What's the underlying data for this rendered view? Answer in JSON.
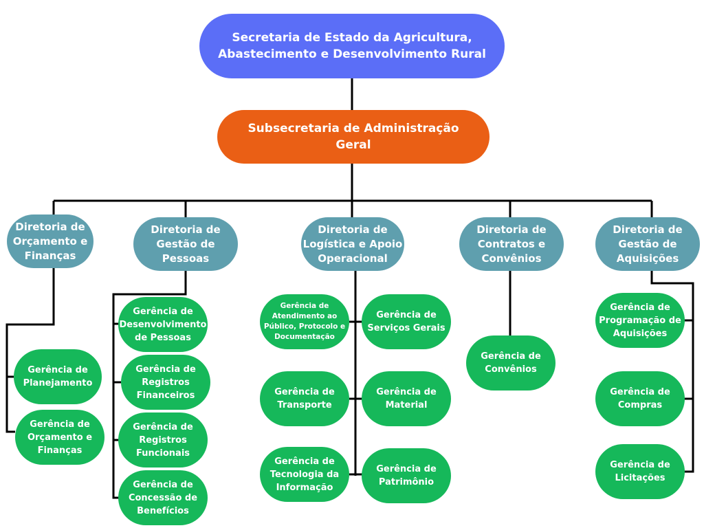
{
  "root": {
    "label": "Secretaria de Estado da Agricultura,\nAbastecimento e Desenvolvimento Rural"
  },
  "sub": {
    "label": "Subsecretaria de Administração\nGeral"
  },
  "directorates": [
    {
      "label": "Diretoria de\nOrçamento e\nFinanças"
    },
    {
      "label": "Diretoria de\nGestão de\nPessoas"
    },
    {
      "label": "Diretoria de\nLogística e Apoio\nOperacional"
    },
    {
      "label": "Diretoria de\nContratos e\nConvênios"
    },
    {
      "label": "Diretoria de\nGestão de\nAquisições"
    }
  ],
  "managements": {
    "orcamento": [
      {
        "label": "Gerência de\nPlanejamento"
      },
      {
        "label": "Gerência de\nOrçamento e\nFinanças"
      }
    ],
    "pessoas": [
      {
        "label": "Gerência de\nDesenvolvimento\nde Pessoas"
      },
      {
        "label": "Gerência de\nRegistros\nFinanceiros"
      },
      {
        "label": "Gerência de\nRegistros\nFuncionais"
      },
      {
        "label": "Gerência de\nConcessão de\nBenefícios"
      }
    ],
    "logistica": [
      {
        "label": "Gerência de\nAtendimento ao\nPúblico, Protocolo e\nDocumentação"
      },
      {
        "label": "Gerência de\nServiços Gerais"
      },
      {
        "label": "Gerência de\nTransporte"
      },
      {
        "label": "Gerência de\nMaterial"
      },
      {
        "label": "Gerência de\nTecnologia da\nInformação"
      },
      {
        "label": "Gerência de\nPatrimônio"
      }
    ],
    "contratos": [
      {
        "label": "Gerência de\nConvênios"
      }
    ],
    "aquisicoes": [
      {
        "label": "Gerência de\nProgramação de\nAquisições"
      },
      {
        "label": "Gerência de\nCompras"
      },
      {
        "label": "Gerência de\nLicitações"
      }
    ]
  },
  "colors": {
    "root": "#5b6ef7",
    "sub": "#ea5f15",
    "directorate": "#5f9fae",
    "management": "#16b85a",
    "connector": "#000000"
  }
}
